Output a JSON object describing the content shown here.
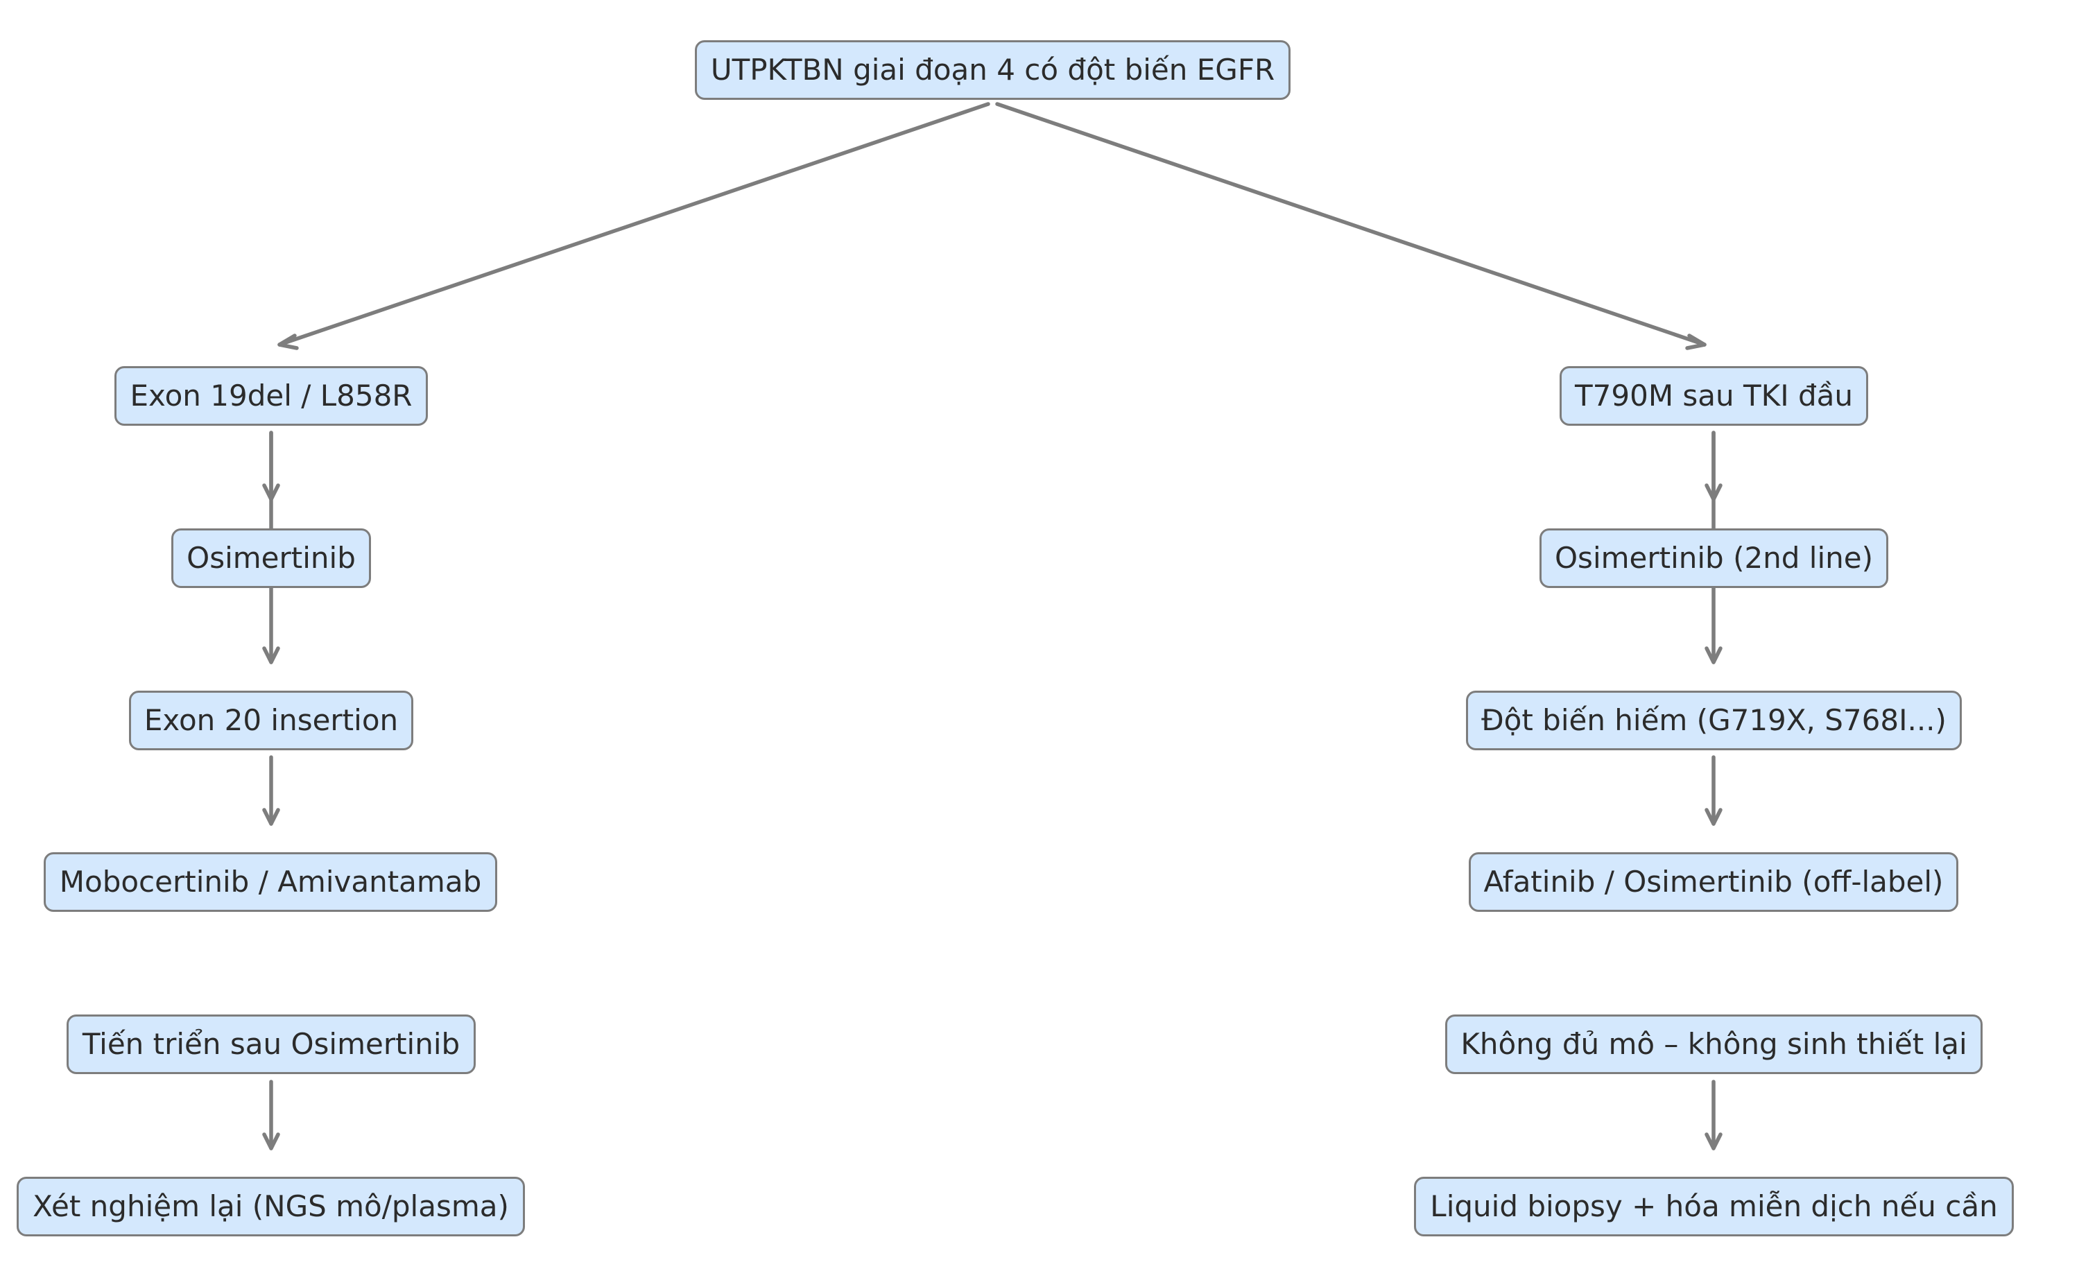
{
  "nodes": {
    "root": "UTPKTBN giai đoạn 4 có đột biến EGFR",
    "exon19": "Exon 19del / L858R",
    "t790m": "T790M sau TKI đầu",
    "osimertinib": "Osimertinib",
    "osimertinib_2nd": "Osimertinib (2nd line)",
    "exon20": "Exon 20 insertion",
    "rare": "Đột biến hiếm (G719X, S768I...)",
    "mobocertinib": "Mobocertinib / Amivantamab",
    "afatinib": "Afatinib / Osimertinib (off-label)",
    "progression": "Tiến triển sau Osimertinib",
    "no_tissue": "Không đủ mô – không sinh thiết lại",
    "retest": "Xét nghiệm lại (NGS mô/plasma)",
    "liquid": "Liquid biopsy + hóa miễn dịch nếu cần"
  },
  "edges": [
    {
      "from": "root",
      "to": "exon19"
    },
    {
      "from": "root",
      "to": "t790m"
    },
    {
      "from": "exon19",
      "to": "osimertinib"
    },
    {
      "from": "exon19",
      "to": "exon20"
    },
    {
      "from": "t790m",
      "to": "osimertinib_2nd"
    },
    {
      "from": "t790m",
      "to": "rare"
    },
    {
      "from": "exon20",
      "to": "mobocertinib"
    },
    {
      "from": "rare",
      "to": "afatinib"
    },
    {
      "from": "progression",
      "to": "retest"
    },
    {
      "from": "no_tissue",
      "to": "liquid"
    }
  ]
}
